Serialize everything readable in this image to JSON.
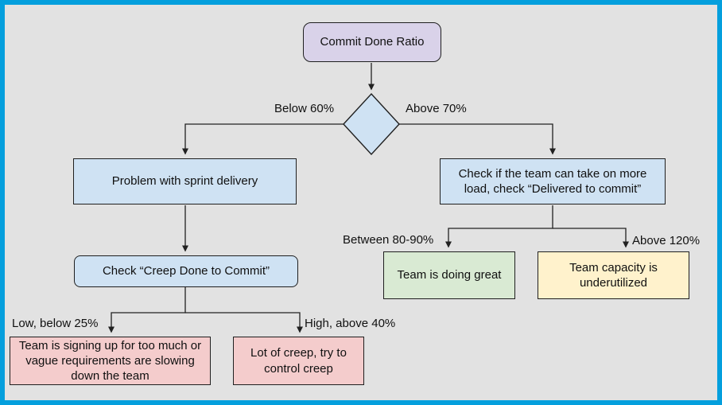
{
  "canvas": {
    "frame_color": "#049fdd",
    "background": "#e2e2e2",
    "line_color": "#212121"
  },
  "nodes": {
    "start": {
      "label": "Commit Done Ratio",
      "fill": "#d9d2e9"
    },
    "decision": {
      "fill": "#cfe2f3"
    },
    "problem_sprint": {
      "label": "Problem with sprint delivery",
      "fill": "#cfe2f3"
    },
    "check_more_load": {
      "label": "Check if the team can take on more load, check “Delivered to commit”",
      "fill": "#cfe2f3"
    },
    "check_creep": {
      "label": "Check “Creep Done to Commit”",
      "fill": "#cfe2f3"
    },
    "team_great": {
      "label": "Team is doing great",
      "fill": "#d9ead3"
    },
    "capacity_underutilized": {
      "label": "Team capacity is underutilized",
      "fill": "#fff2cc"
    },
    "signing_too_much": {
      "label": "Team is signing up for too much or vague requirements are slowing down the team",
      "fill": "#f4cccc"
    },
    "lot_of_creep": {
      "label": "Lot of creep, try to control creep",
      "fill": "#f4cccc"
    }
  },
  "edge_labels": {
    "below_60": "Below 60%",
    "above_70": "Above 70%",
    "between_80_90": "Between 80-90%",
    "above_120": "Above 120%",
    "low_below_25": "Low, below 25%",
    "high_above_40": "High, above 40%"
  }
}
